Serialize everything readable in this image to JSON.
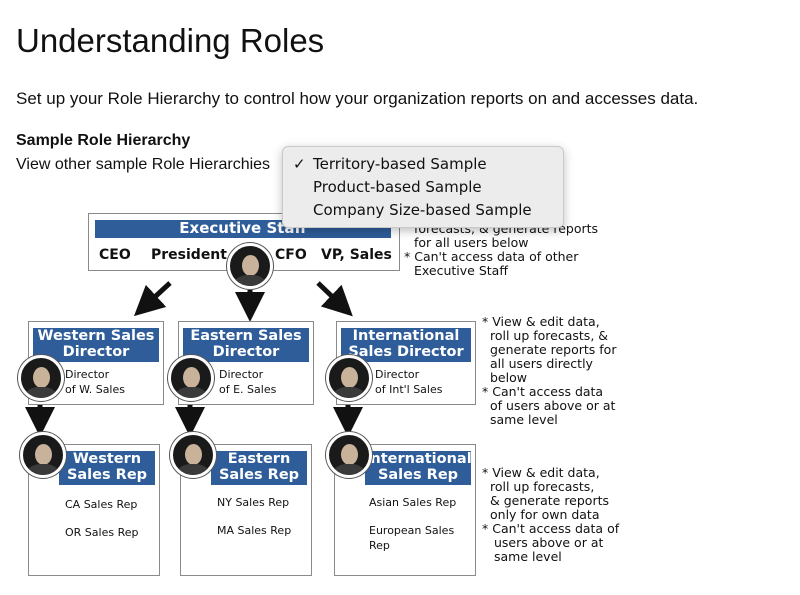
{
  "page": {
    "title": "Understanding Roles",
    "description": "Set up your Role Hierarchy to control how your organization reports on and accesses data.",
    "sample_heading": "Sample Role Hierarchy",
    "view_other_label": "View other sample Role Hierarchies"
  },
  "dropdown": {
    "options": [
      {
        "label": "Territory-based Sample",
        "selected": true,
        "check": "✓"
      },
      {
        "label": "Product-based Sample",
        "selected": false,
        "check": ""
      },
      {
        "label": "Company Size-based Sample",
        "selected": false,
        "check": ""
      }
    ]
  },
  "diagram": {
    "executive": {
      "title": "Executive Staff",
      "members": [
        "CEO",
        "President",
        "CFO",
        "VP, Sales"
      ],
      "note_lines": [
        "forecasts, & generate reports",
        "for all users below",
        "* Can't access data of other",
        "Executive Staff"
      ]
    },
    "directors": [
      {
        "title": [
          "Western Sales",
          "Director"
        ],
        "subtitle": [
          "Director",
          "of W. Sales"
        ]
      },
      {
        "title": [
          "Eastern Sales",
          "Director"
        ],
        "subtitle": [
          "Director",
          "of E. Sales"
        ]
      },
      {
        "title": [
          "International",
          "Sales Director"
        ],
        "subtitle": [
          "Director",
          "of Int'l Sales"
        ]
      }
    ],
    "director_note_lines": [
      "* View & edit data,",
      "roll up forecasts, &",
      "generate reports for",
      "all users directly",
      "below",
      "* Can't access data",
      "of users above or at",
      "same level"
    ],
    "reps": [
      {
        "title": [
          "Western",
          "Sales Rep"
        ],
        "items": [
          "CA Sales Rep",
          "OR Sales Rep"
        ]
      },
      {
        "title": [
          "Eastern",
          "Sales Rep"
        ],
        "items": [
          "NY Sales Rep",
          "MA Sales Rep"
        ]
      },
      {
        "title": [
          "International",
          "Sales Rep"
        ],
        "items": [
          "Asian Sales Rep",
          "European Sales Rep"
        ]
      }
    ],
    "rep_note_lines": [
      "* View & edit data,",
      "roll up forecasts,",
      "& generate reports",
      "only for own data",
      "* Can't access data of",
      "users above or at",
      "same level"
    ],
    "colors": {
      "header_bar": "#2f5d9a",
      "border": "#8a8a8a",
      "arrow": "#111111"
    }
  }
}
